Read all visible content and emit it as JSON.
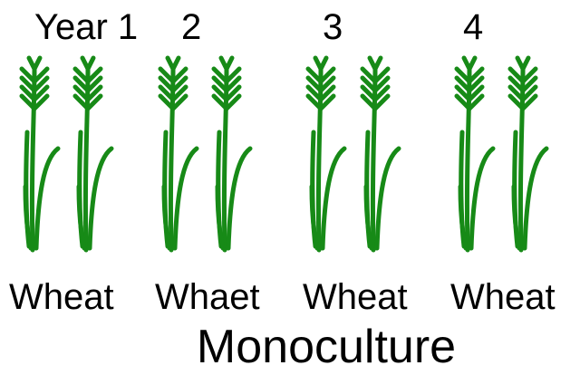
{
  "years": [
    "Year 1",
    "2",
    "3",
    "4"
  ],
  "crops": [
    "Wheat",
    "Whaet",
    "Wheat",
    "Wheat"
  ],
  "title": "Monoculture",
  "colors": {
    "plant": "#178a17",
    "text": "#000000",
    "background": "#ffffff"
  },
  "icons": {
    "plant": "wheat-plant-icon"
  }
}
